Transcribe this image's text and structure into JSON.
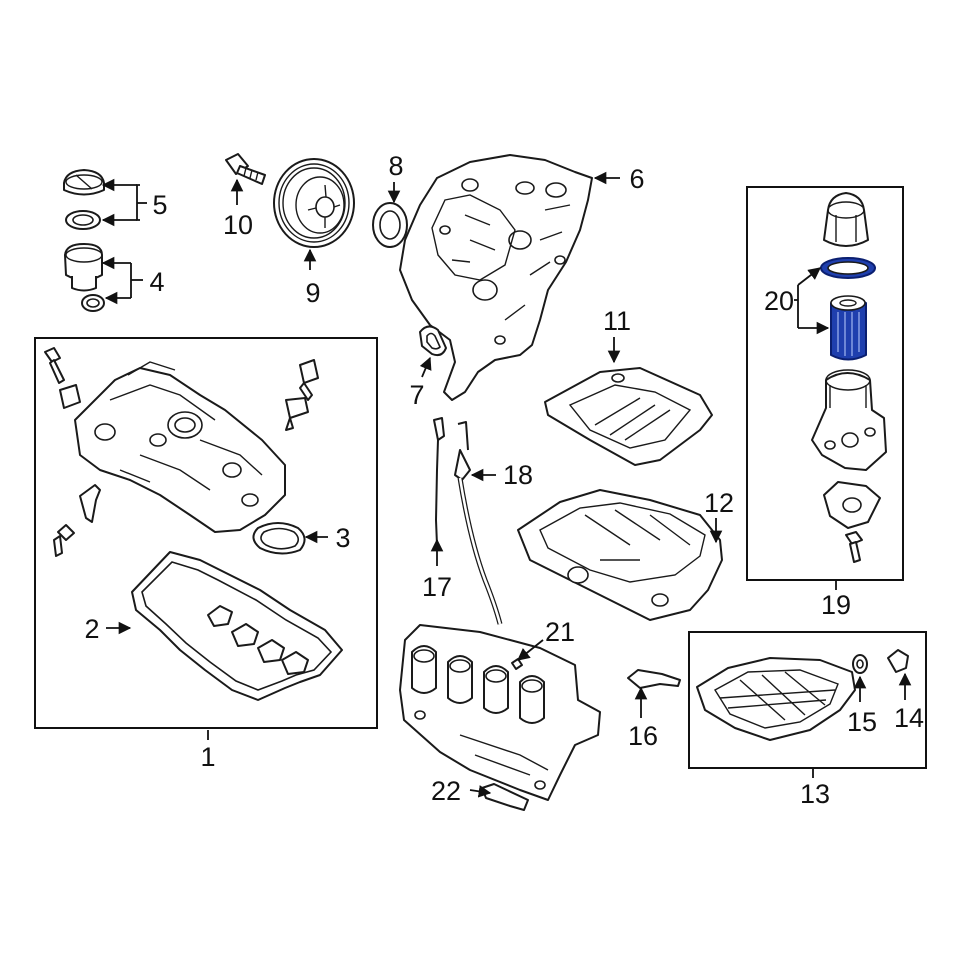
{
  "diagram": {
    "callouts": [
      {
        "id": "1",
        "text": "1"
      },
      {
        "id": "2",
        "text": "2"
      },
      {
        "id": "3",
        "text": "3"
      },
      {
        "id": "4",
        "text": "4"
      },
      {
        "id": "5",
        "text": "5"
      },
      {
        "id": "6",
        "text": "6"
      },
      {
        "id": "7",
        "text": "7"
      },
      {
        "id": "8",
        "text": "8"
      },
      {
        "id": "9",
        "text": "9"
      },
      {
        "id": "10",
        "text": "10"
      },
      {
        "id": "11",
        "text": "11"
      },
      {
        "id": "12",
        "text": "12"
      },
      {
        "id": "13",
        "text": "13"
      },
      {
        "id": "14",
        "text": "14"
      },
      {
        "id": "15",
        "text": "15"
      },
      {
        "id": "16",
        "text": "16"
      },
      {
        "id": "17",
        "text": "17"
      },
      {
        "id": "18",
        "text": "18"
      },
      {
        "id": "19",
        "text": "19"
      },
      {
        "id": "20",
        "text": "20"
      },
      {
        "id": "21",
        "text": "21"
      },
      {
        "id": "22",
        "text": "22"
      }
    ],
    "colors": {
      "line": "#1a1a1a",
      "highlight": "#1f3fae",
      "background": "#ffffff"
    }
  }
}
